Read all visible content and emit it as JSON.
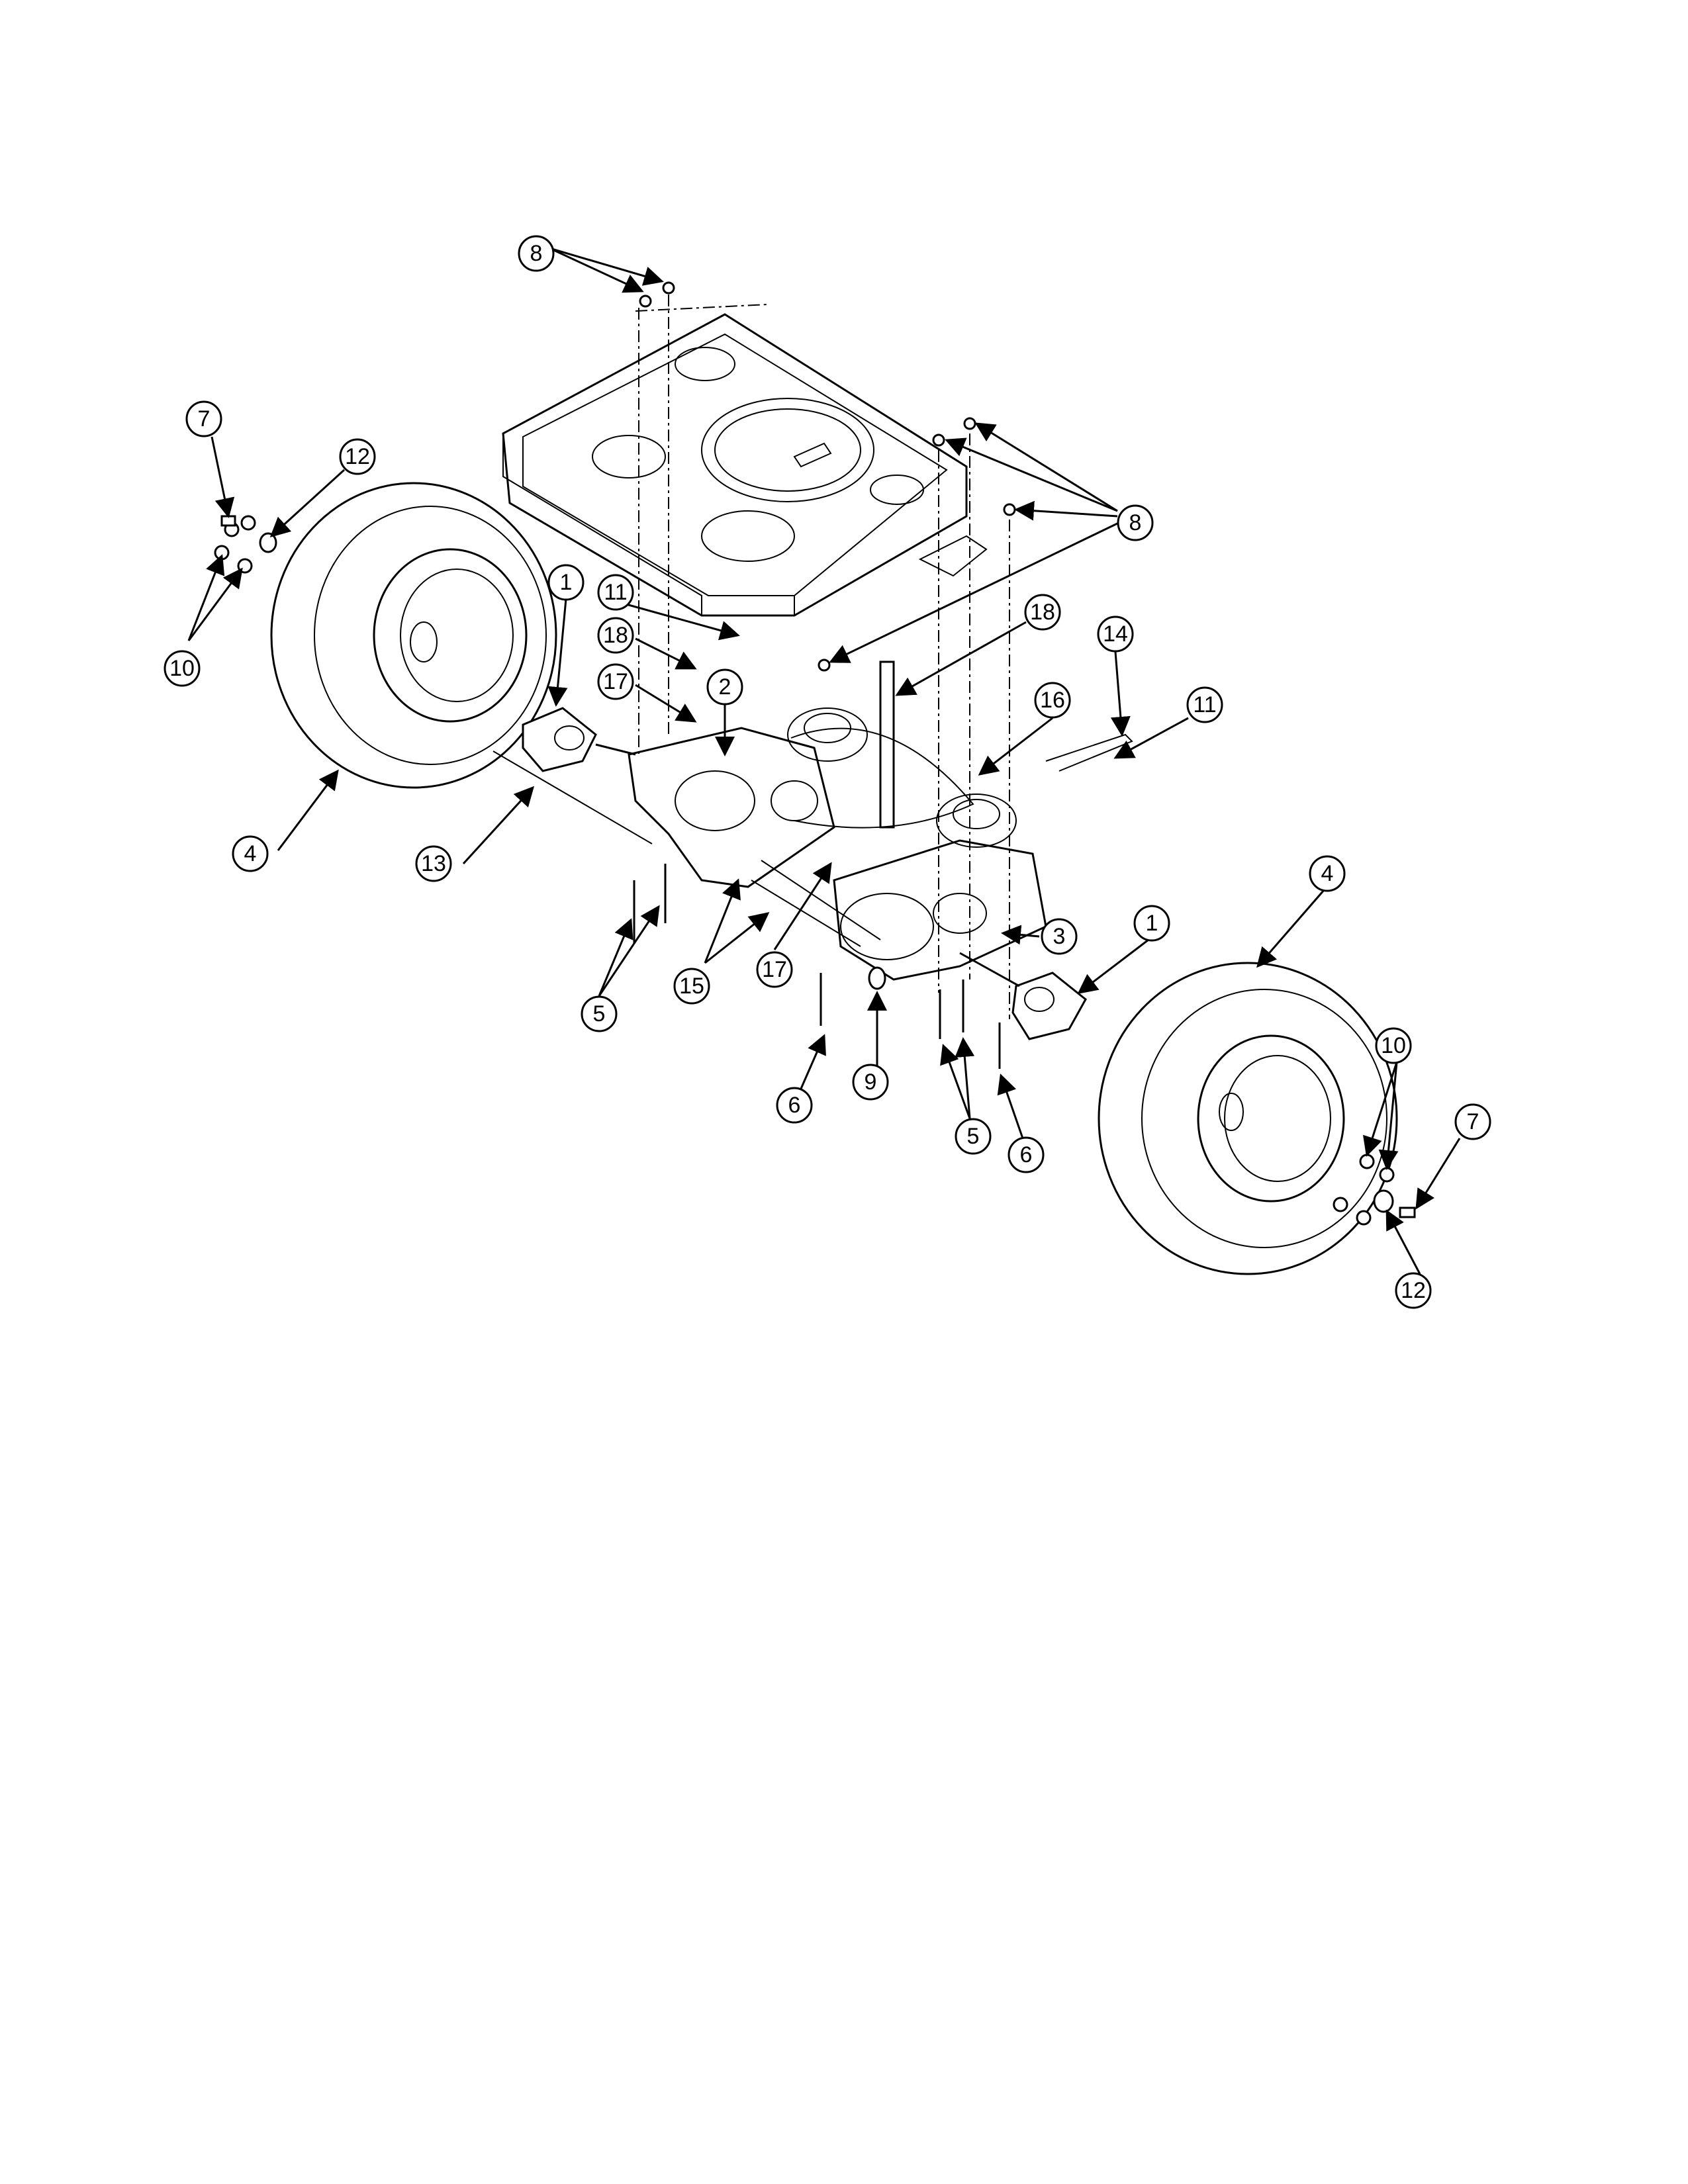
{
  "callouts": {
    "c1_left": "1",
    "c1_right": "1",
    "c2": "2",
    "c3": "3",
    "c4_left": "4",
    "c4_right": "4",
    "c5_left": "5",
    "c5_right": "5",
    "c6_left": "6",
    "c6_right": "6",
    "c7_left": "7",
    "c7_right": "7",
    "c8_top": "8",
    "c8_right": "8",
    "c9": "9",
    "c10_left": "10",
    "c10_right": "10",
    "c11_left": "11",
    "c11_right": "11",
    "c12_left": "12",
    "c12_right": "12",
    "c13": "13",
    "c14": "14",
    "c15": "15",
    "c16": "16",
    "c17_left": "17",
    "c17_right": "17",
    "c18_left": "18",
    "c18_right": "18"
  }
}
